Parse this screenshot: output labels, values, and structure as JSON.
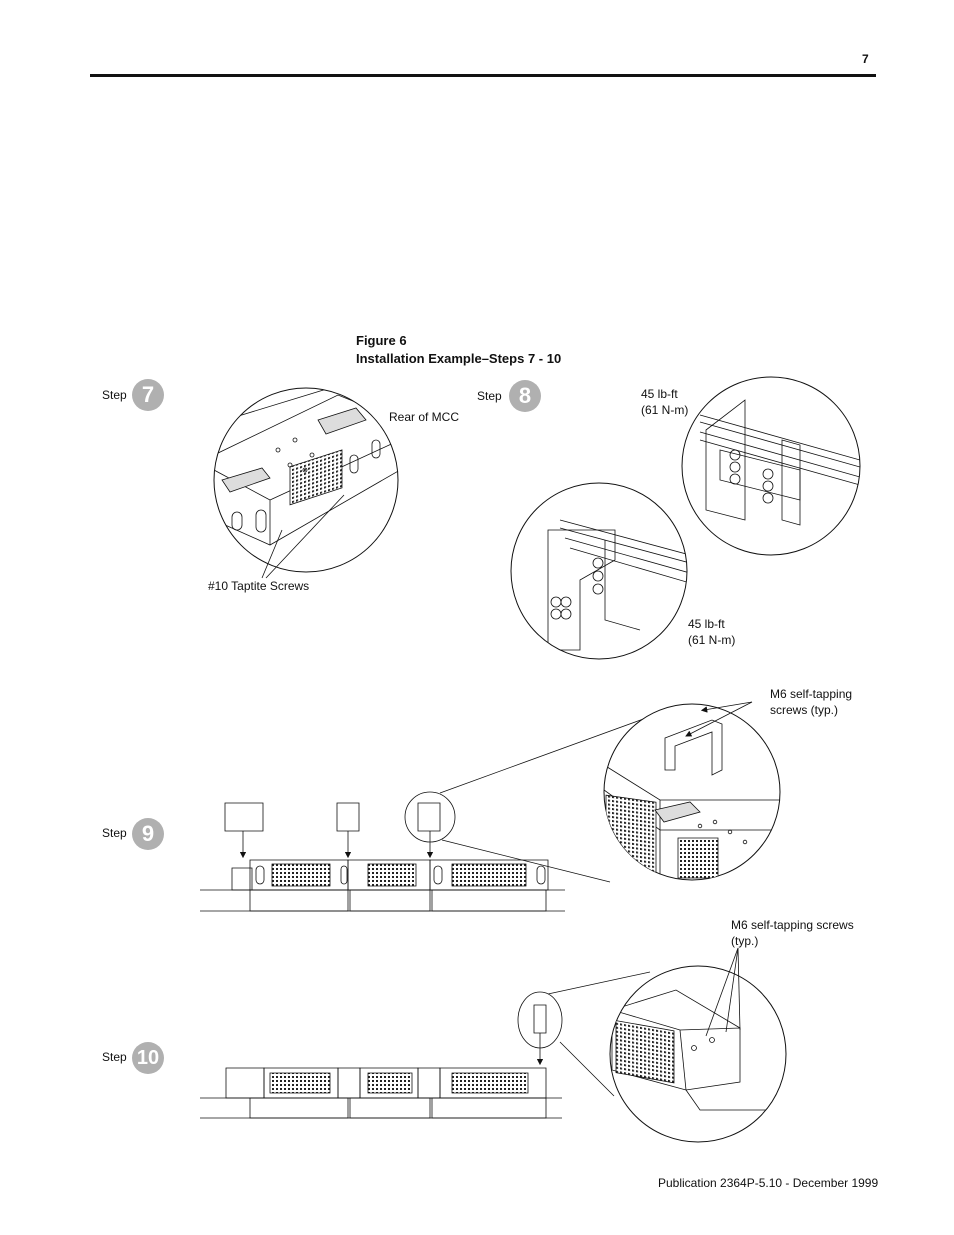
{
  "header": {
    "page_number": "7"
  },
  "figure": {
    "label": "Figure 6",
    "title": "Installation Example–Steps 7 - 10"
  },
  "steps": [
    {
      "word": "Step",
      "number": "7"
    },
    {
      "word": "Step",
      "number": "8"
    },
    {
      "word": "Step",
      "number": "9"
    },
    {
      "word": "Step",
      "number": "10"
    }
  ],
  "callouts": {
    "rear_of_mcc": "Rear of MCC",
    "taptite_screws": "#10 Taptite Screws",
    "torque_1_line1": "45 lb-ft",
    "torque_1_line2": "(61 N-m)",
    "torque_2_line1": "45 lb-ft",
    "torque_2_line2": "(61 N-m)",
    "m6_screws_step9_line1": "M6 self-tapping",
    "m6_screws_step9_line2": "screws (typ.)",
    "m6_screws_step10_line1": "M6 self-tapping screws",
    "m6_screws_step10_line2": "(typ.)"
  },
  "footer": {
    "publication": "Publication 2364P-5.10 - December 1999"
  }
}
